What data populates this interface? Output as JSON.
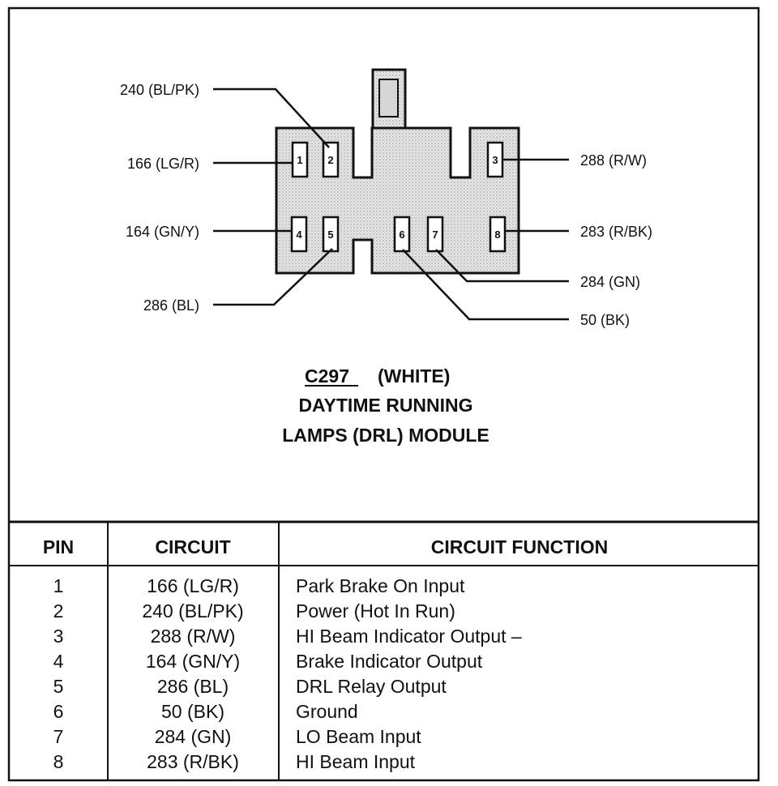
{
  "connector": {
    "id": "C297",
    "color_label": "(WHITE)",
    "line2": "DAYTIME RUNNING",
    "line3": "LAMPS (DRL) MODULE"
  },
  "pins": [
    {
      "pin": "1",
      "circuit": "166 (LG/R)",
      "function": "Park Brake On Input"
    },
    {
      "pin": "2",
      "circuit": "240 (BL/PK)",
      "function": "Power (Hot In Run)"
    },
    {
      "pin": "3",
      "circuit": "288 (R/W)",
      "function": "HI Beam Indicator Output –"
    },
    {
      "pin": "4",
      "circuit": "164 (GN/Y)",
      "function": "Brake Indicator Output"
    },
    {
      "pin": "5",
      "circuit": "286 (BL)",
      "function": "DRL Relay Output"
    },
    {
      "pin": "6",
      "circuit": "50 (BK)",
      "function": "Ground"
    },
    {
      "pin": "7",
      "circuit": "284 (GN)",
      "function": "LO Beam Input"
    },
    {
      "pin": "8",
      "circuit": "283 (R/BK)",
      "function": "HI Beam Input"
    }
  ],
  "diagram_labels": {
    "pin1": "166 (LG/R)",
    "pin2": "240 (BL/PK)",
    "pin3": "288 (R/W)",
    "pin4": "164 (GN/Y)",
    "pin5": "286 (BL)",
    "pin6": "50 (BK)",
    "pin7": "284 (GN)",
    "pin8": "283 (R/BK)"
  },
  "table_headers": {
    "pin": "PIN",
    "circuit": "CIRCUIT",
    "function": "CIRCUIT FUNCTION"
  }
}
